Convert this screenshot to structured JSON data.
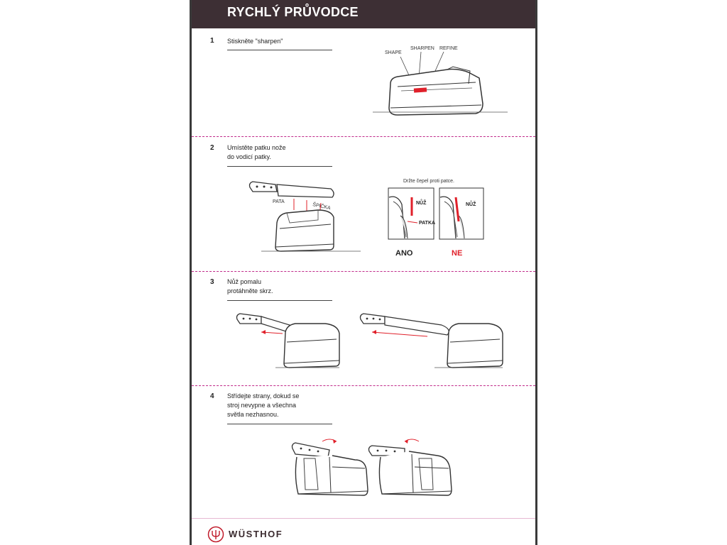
{
  "header": {
    "title": "RYCHLÝ PRŮVODCE"
  },
  "steps": [
    {
      "number": "1",
      "text": "Stiskněte \"sharpen\""
    },
    {
      "number": "2",
      "text_line1": "Umístěte patku nože",
      "text_line2": "do vodicí patky."
    },
    {
      "number": "3",
      "text_line1": "Nůž pomalu",
      "text_line2": "protáhněte skrz."
    },
    {
      "number": "4",
      "text_line1": "Střídejte strany, dokud se",
      "text_line2": "stroj nevypne a všechna",
      "text_line3": "světla nezhasnou."
    }
  ],
  "step1_labels": {
    "shape": "SHAPE",
    "sharpen": "SHARPEN",
    "refine": "REFINE"
  },
  "step2_labels": {
    "heel": "PATA",
    "tip": "ŠPIČKA",
    "hold_caption": "Držte čepel proti patce.",
    "knife": "NŮŽ",
    "guide": "PATKA",
    "yes": "ANO",
    "no": "NE"
  },
  "footer": {
    "brand": "WÜSTHOF"
  },
  "colors": {
    "header_bg": "#3d2f34",
    "accent_red": "#e0202a",
    "separator": "#c02a8a"
  }
}
